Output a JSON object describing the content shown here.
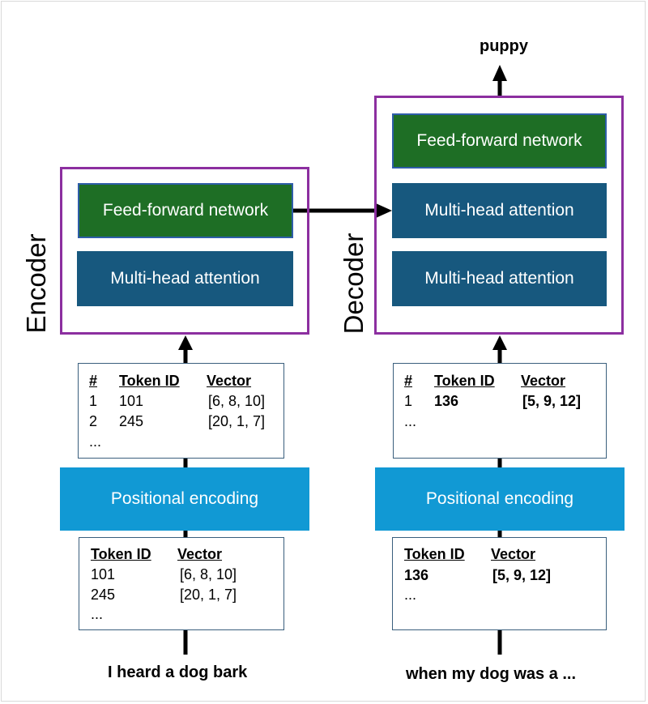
{
  "output_word": "puppy",
  "encoder": {
    "label": "Encoder",
    "ffn_label": "Feed-forward network",
    "mha_label": "Multi-head attention",
    "positional_label": "Positional encoding",
    "upper_table": {
      "headers": [
        "#",
        "Token ID",
        "Vector"
      ],
      "rows": [
        [
          "1",
          "101",
          "[6, 8, 10]"
        ],
        [
          "2",
          "245",
          "[20, 1, 7]"
        ]
      ],
      "ellipsis": "..."
    },
    "lower_table": {
      "headers": [
        "Token ID",
        "Vector"
      ],
      "rows": [
        [
          "101",
          "[6, 8, 10]"
        ],
        [
          "245",
          "[20, 1, 7]"
        ]
      ],
      "ellipsis": "..."
    },
    "input_text": "I heard a dog bark"
  },
  "decoder": {
    "label": "Decoder",
    "ffn_label": "Feed-forward network",
    "mha_top_label": "Multi-head attention",
    "mha_bottom_label": "Multi-head attention",
    "positional_label": "Positional encoding",
    "upper_table": {
      "headers": [
        "#",
        "Token ID",
        "Vector"
      ],
      "rows": [
        [
          "1",
          "136",
          "[5, 9, 12]"
        ]
      ],
      "ellipsis": "..."
    },
    "lower_table": {
      "headers": [
        "Token ID",
        "Vector"
      ],
      "rows": [
        [
          "136",
          "[5, 9, 12]"
        ]
      ],
      "ellipsis": "..."
    },
    "input_text": "when my dog was a ..."
  },
  "colors": {
    "container_border": "#8c2fa0",
    "ffn": "#1e6e25",
    "attention": "#17587e",
    "positional": "#1199d4"
  }
}
